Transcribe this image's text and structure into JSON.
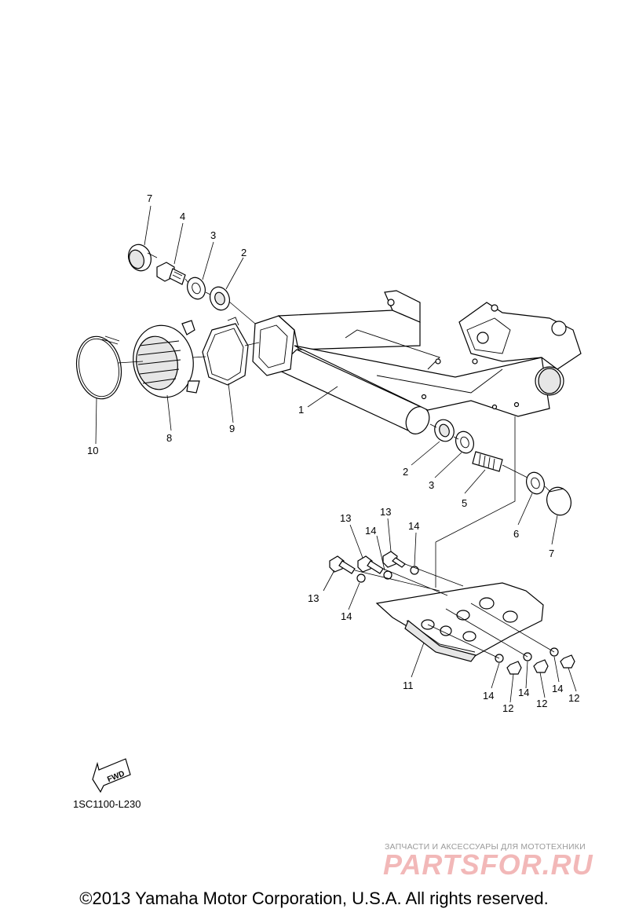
{
  "diagram": {
    "callouts": [
      {
        "id": "c7a",
        "label": "7"
      },
      {
        "id": "c4",
        "label": "4"
      },
      {
        "id": "c3a",
        "label": "3"
      },
      {
        "id": "c2a",
        "label": "2"
      },
      {
        "id": "c1",
        "label": "1"
      },
      {
        "id": "c10",
        "label": "10"
      },
      {
        "id": "c8",
        "label": "8"
      },
      {
        "id": "c9",
        "label": "9"
      },
      {
        "id": "c2b",
        "label": "2"
      },
      {
        "id": "c3b",
        "label": "3"
      },
      {
        "id": "c5",
        "label": "5"
      },
      {
        "id": "c6",
        "label": "6"
      },
      {
        "id": "c7b",
        "label": "7"
      },
      {
        "id": "c13a",
        "label": "13"
      },
      {
        "id": "c13b",
        "label": "13"
      },
      {
        "id": "c13c",
        "label": "13"
      },
      {
        "id": "c14a",
        "label": "14"
      },
      {
        "id": "c14b",
        "label": "14"
      },
      {
        "id": "c14c",
        "label": "14"
      },
      {
        "id": "c11",
        "label": "11"
      },
      {
        "id": "c14d",
        "label": "14"
      },
      {
        "id": "c14e",
        "label": "14"
      },
      {
        "id": "c14f",
        "label": "14"
      },
      {
        "id": "c12a",
        "label": "12"
      },
      {
        "id": "c12b",
        "label": "12"
      },
      {
        "id": "c12c",
        "label": "12"
      }
    ],
    "fwd_label": "FWD",
    "drawing_code": "1SC1100-L230"
  },
  "watermark": {
    "tagline": "ЗАПЧАСТИ И АКСЕССУАРЫ ДЛЯ МОТОТЕХНИКИ",
    "logo": "PARTSFOR.RU"
  },
  "copyright": "©2013 Yamaha Motor Corporation, U.S.A. All rights reserved."
}
